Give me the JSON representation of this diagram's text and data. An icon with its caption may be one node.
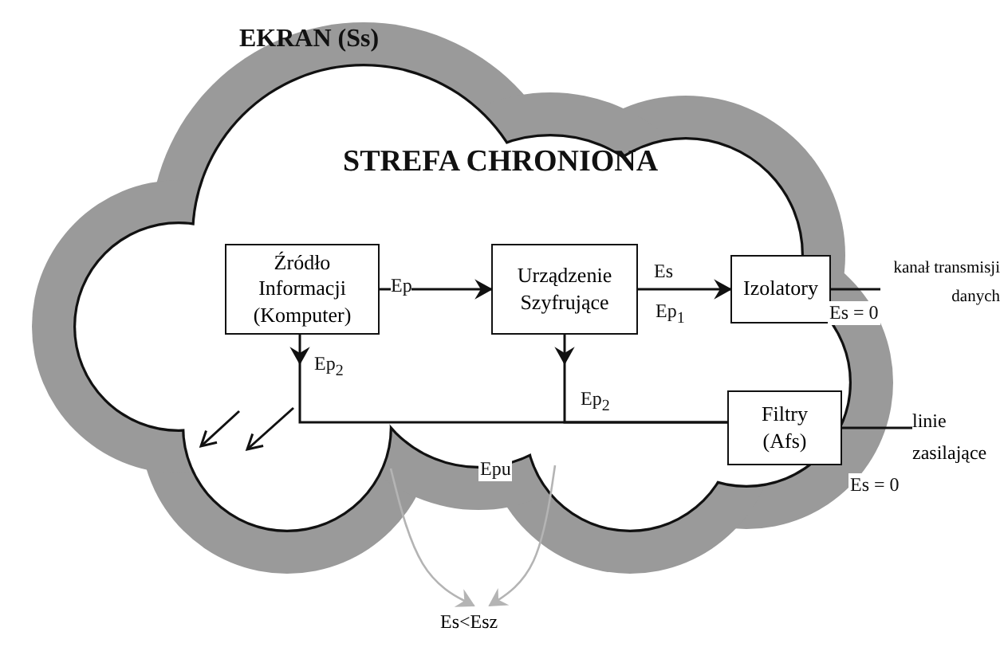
{
  "diagram": {
    "nodes": [
      {
        "text": [
          "EKRAN (Ss)",
          "STREFA CHRONIONA"
        ]
      },
      {
        "text": [
          "Źródło Informacji (Komputer)"
        ],
        "in": 0
      },
      {
        "text": [
          "Urządzenie Szyfrujące"
        ],
        "in": 0
      },
      {
        "text": [
          "Izolatory"
        ],
        "in": 0
      },
      {
        "text": [
          "Filtry (Afs)"
        ],
        "in": 0
      },
      {
        "text": [
          "kanał transmisji danych"
        ]
      },
      {
        "text": [
          "linie zasilające"
        ]
      },
      {
        "text": [
          "Es<Esz"
        ]
      }
    ],
    "edges": [
      {
        "from": 1,
        "to": 2,
        "arrow": "to",
        "label": "Ep"
      },
      {
        "from": 2,
        "to": 3,
        "arrow": "to",
        "label": "Es"
      },
      {
        "from": 1,
        "to": null,
        "arrow": "to",
        "label": "Ep$_{2}$"
      },
      {
        "from": 2,
        "to": null,
        "arrow": "to",
        "label": "Ep$_{2}$"
      },
      {
        "from": 3,
        "to": 5,
        "arrow": "none"
      },
      {
        "from": 4,
        "to": 6,
        "arrow": "none"
      },
      {
        "from": null,
        "to": 7,
        "arrow": "to",
        "color": "#b4b4b4"
      },
      {
        "from": null,
        "to": 7,
        "arrow": "to",
        "color": "#b4b4b4"
      },
      {
        "from": null,
        "to": 4,
        "arrow": "none"
      },
      {
        "from": null,
        "to": 4,
        "arrow": "none"
      }
    ],
    "labels": [
      "Ep$_{1}$",
      "Es = 0",
      "Es = 0",
      "Epu"
    ]
  }
}
